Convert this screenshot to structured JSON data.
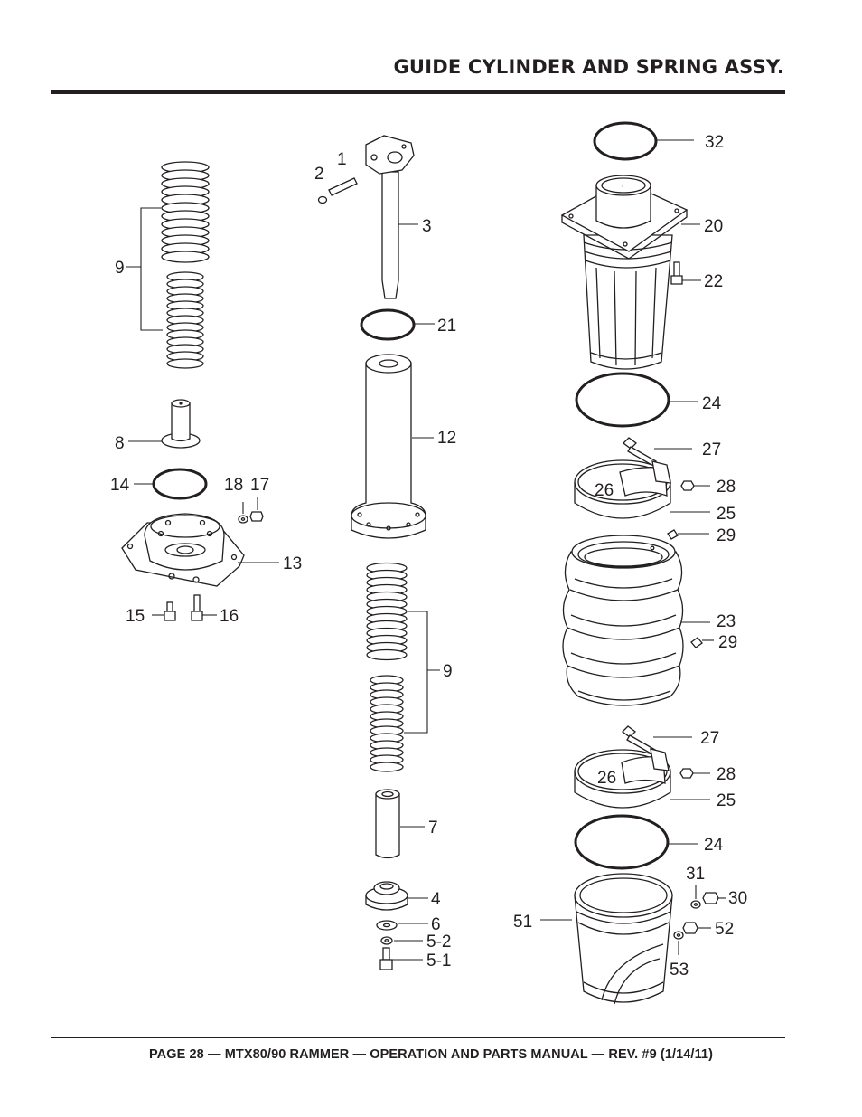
{
  "page": {
    "title": "GUIDE CYLINDER AND SPRING ASSY.",
    "footer": "PAGE 28 — MTX80/90 RAMMER — OPERATION AND PARTS MANUAL — REV. #9 (1/14/11)"
  },
  "callouts": {
    "c1": "1",
    "c2": "2",
    "c3": "3",
    "c4": "4",
    "c5_1": "5-1",
    "c5_2": "5-2",
    "c6": "6",
    "c7": "7",
    "c8": "8",
    "c9_left": "9",
    "c9_mid": "9",
    "c12": "12",
    "c13": "13",
    "c14": "14",
    "c15": "15",
    "c16": "16",
    "c17": "17",
    "c18": "18",
    "c20": "20",
    "c21": "21",
    "c22": "22",
    "c23": "23",
    "c24_upper": "24",
    "c24_lower": "24",
    "c25_upper": "25",
    "c25_lower": "25",
    "c26_upper": "26",
    "c26_lower": "26",
    "c27_upper": "27",
    "c27_lower": "27",
    "c28_upper": "28",
    "c28_lower": "28",
    "c29_upper": "29",
    "c29_lower": "29",
    "c30": "30",
    "c31": "31",
    "c32": "32",
    "c51": "51",
    "c52": "52",
    "c53": "53"
  }
}
